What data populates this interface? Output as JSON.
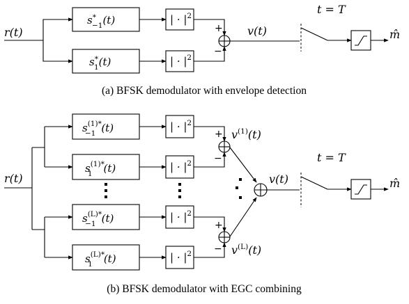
{
  "diagram_a": {
    "input_label": "r(t)",
    "filter_top": "s",
    "filter_top_sup": "*",
    "filter_top_sub": "−1",
    "filter_top_arg": "(t)",
    "filter_bottom": "s",
    "filter_bottom_sup": "*",
    "filter_bottom_sub": "1",
    "filter_bottom_arg": "(t)",
    "square_label": "| · |",
    "square_exp": "2",
    "plus": "+",
    "minus": "−",
    "output_label": "v(t)",
    "sample_label": "t = T",
    "decision_output": "m̂",
    "caption": "(a) BFSK demodulator with envelope detection"
  },
  "diagram_b": {
    "input_label": "r(t)",
    "filter_1_top_sup": "(1)*",
    "filter_1_top_sub": "−1",
    "filter_1_bottom_sup": "(1)*",
    "filter_1_bottom_sub": "1",
    "filter_L_top_sup": "(L)*",
    "filter_L_top_sub": "−1",
    "filter_L_bottom_sup": "(L)*",
    "filter_L_bottom_sub": "1",
    "filter_base": "s",
    "filter_arg": "(t)",
    "square_label": "| · |",
    "square_exp": "2",
    "plus": "+",
    "minus": "−",
    "v1_base": "v",
    "v1_sup": "(1)",
    "vL_base": "v",
    "vL_sup": "(L)",
    "v_arg": "(t)",
    "output_label": "v(t)",
    "sample_label": "t = T",
    "decision_output": "m̂",
    "caption": "(b) BFSK demodulator with EGC combining"
  }
}
